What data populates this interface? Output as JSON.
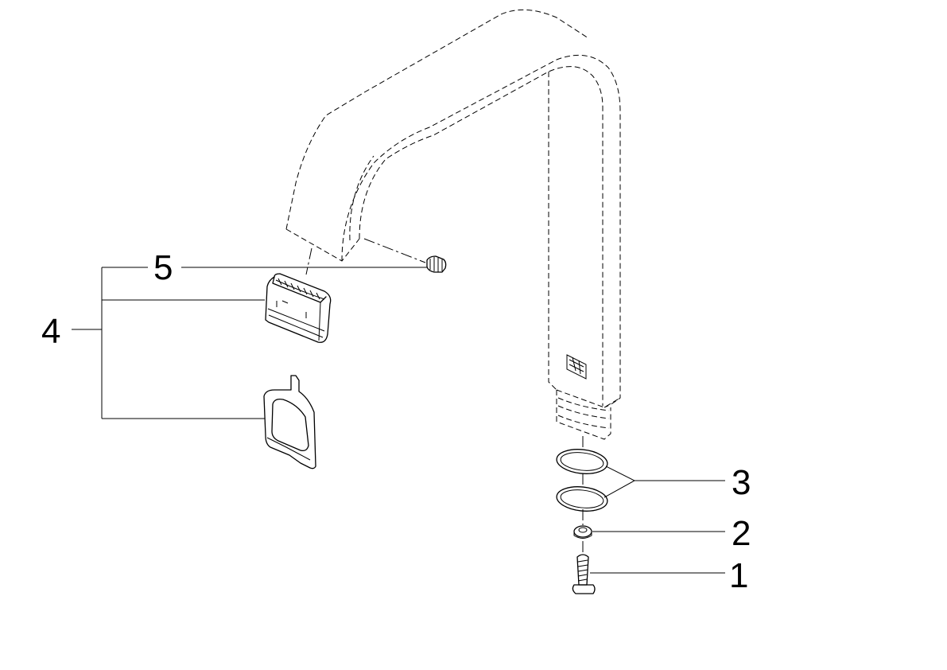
{
  "callouts": [
    {
      "id": "1",
      "label": "1",
      "part": "screw"
    },
    {
      "id": "2",
      "label": "2",
      "part": "washer"
    },
    {
      "id": "3",
      "label": "3",
      "part": "o-rings"
    },
    {
      "id": "4",
      "label": "4",
      "part": "aerator-set"
    },
    {
      "id": "5",
      "label": "5",
      "part": "aerator-insert"
    }
  ],
  "line_color": "#000000",
  "background": "#ffffff"
}
